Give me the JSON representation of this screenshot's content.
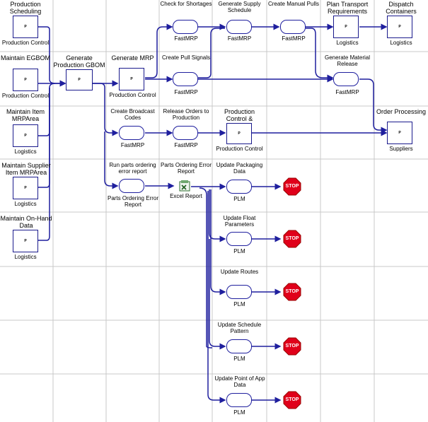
{
  "colors": {
    "line": "#1f1f9e",
    "grid": "#c8c8c8",
    "stop": "#e0001a"
  },
  "nodes": {
    "prod_sched": {
      "title": "Production\nScheduling",
      "role": "Production Control",
      "glyph": "P"
    },
    "egbom": {
      "title": "Maintain EGBOM",
      "role": "Production Control",
      "glyph": "P"
    },
    "item_mrp": {
      "title": "Maintain Item\nMRPArea",
      "role": "Logistics",
      "glyph": "P"
    },
    "supplier_item": {
      "title": "Maintain Supplier\nItem MRPArea",
      "role": "Logistics",
      "glyph": "P"
    },
    "onhand": {
      "title": "Maintain On-Hand\nData",
      "role": "Logistics",
      "glyph": "P"
    },
    "gen_gbom": {
      "title": "Generate\nProduction GBOM",
      "glyph": "P"
    },
    "gen_mrp": {
      "title": "Generate MRP",
      "role": "Production Control",
      "glyph": "P"
    },
    "check_short": {
      "title": "Check for Shortages",
      "role": "FastMRP"
    },
    "supply_sched": {
      "title": "Generate Supply\nSchedule",
      "role": "FastMRP"
    },
    "manual_pulls": {
      "title": "Create Manual Pulls",
      "role": "FastMRP"
    },
    "plan_transport": {
      "title": "Plan Transport\nRequirements",
      "role": "Logistics",
      "glyph": "P"
    },
    "dispatch": {
      "title": "Dispatch\nContainers",
      "role": "Logistics",
      "glyph": "P"
    },
    "pull_signals": {
      "title": "Create Pull Signals",
      "role": "FastMRP"
    },
    "material_release": {
      "title": "Generate Material\nRelease",
      "role": "FastMRP"
    },
    "broadcast": {
      "title": "Create Broadcast\nCodes",
      "role": "FastMRP"
    },
    "release_orders": {
      "title": "Release Orders to\nProduction",
      "role": "FastMRP"
    },
    "prod_control": {
      "title": "Production\nControl &",
      "role": "Production Control",
      "glyph": "P"
    },
    "order_processing": {
      "title": "Order Processing",
      "role": "Suppliers",
      "glyph": "P"
    },
    "run_parts": {
      "title": "Run parts ordering\nerror report",
      "role": "Parts Ordering Error\nReport"
    },
    "parts_error": {
      "title": "Parts Ordering Error\nReport",
      "role": "Excel Report"
    },
    "upd_packaging": {
      "title": "Update Packaging\nData",
      "role": "PLM"
    },
    "upd_float": {
      "title": "Update Float\nParameters",
      "role": "PLM"
    },
    "upd_routes": {
      "title": "Update Routes",
      "role": "PLM"
    },
    "upd_schedule": {
      "title": "Update Schedule\nPattern",
      "role": "PLM"
    },
    "upd_point": {
      "title": "Update Point of App\nData",
      "role": "PLM"
    }
  },
  "stop_label": "STOP"
}
